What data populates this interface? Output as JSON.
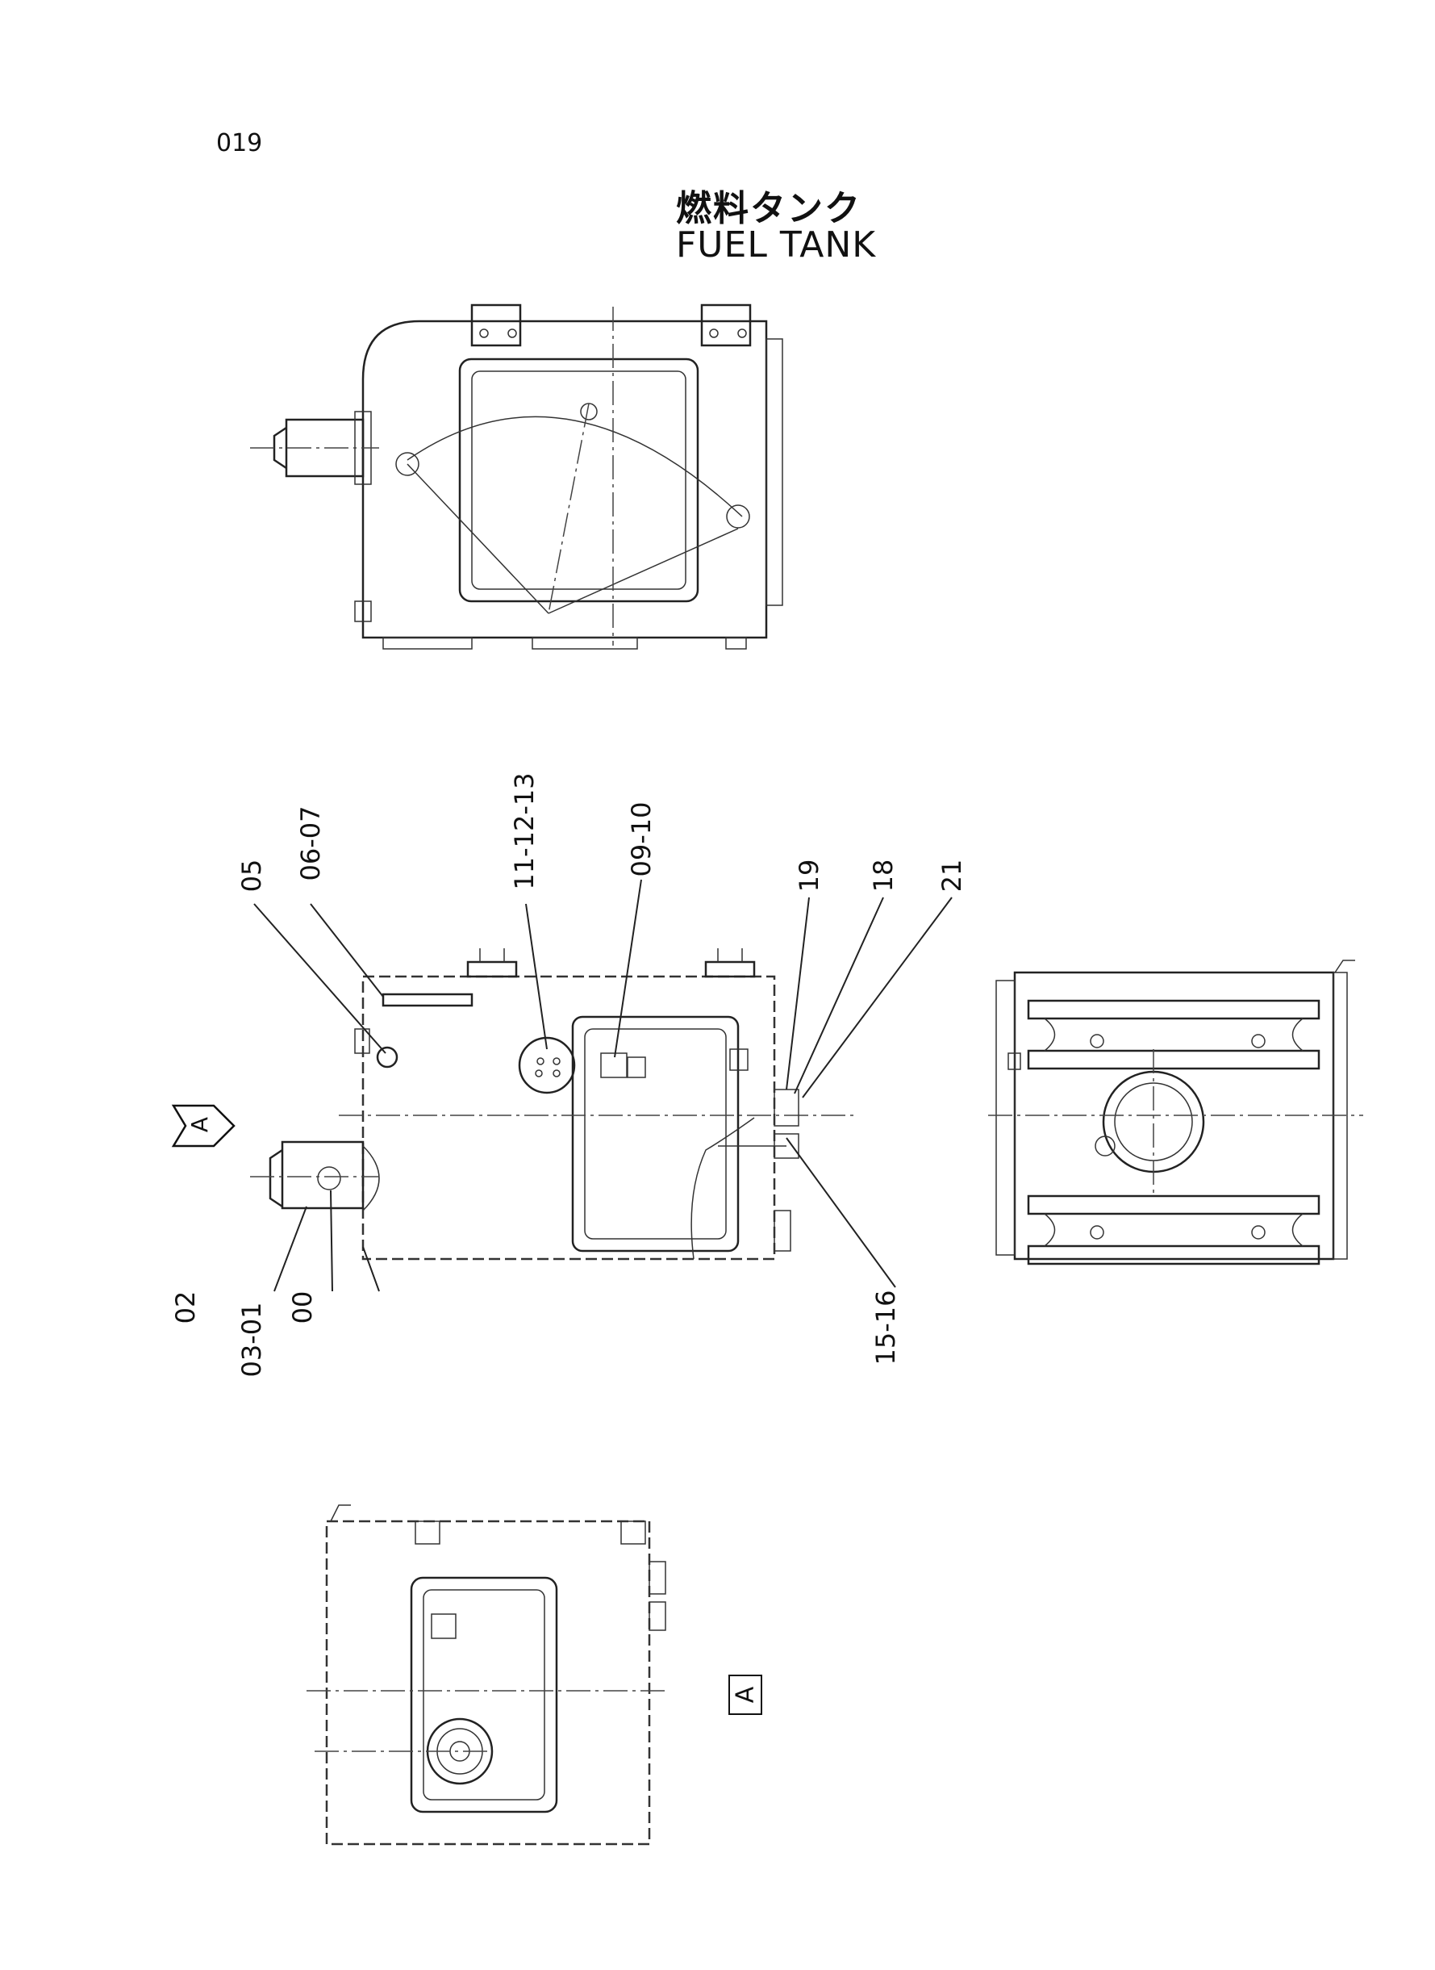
{
  "page_number": "019",
  "title_jp": "燃料タンク",
  "title_en": "FUEL TANK",
  "view_marker": "A",
  "view_label": "A",
  "callouts": [
    "05",
    "06-07",
    "11-12-13",
    "09-10",
    "19",
    "18",
    "21",
    "02",
    "03-01",
    "00",
    "15-16"
  ]
}
